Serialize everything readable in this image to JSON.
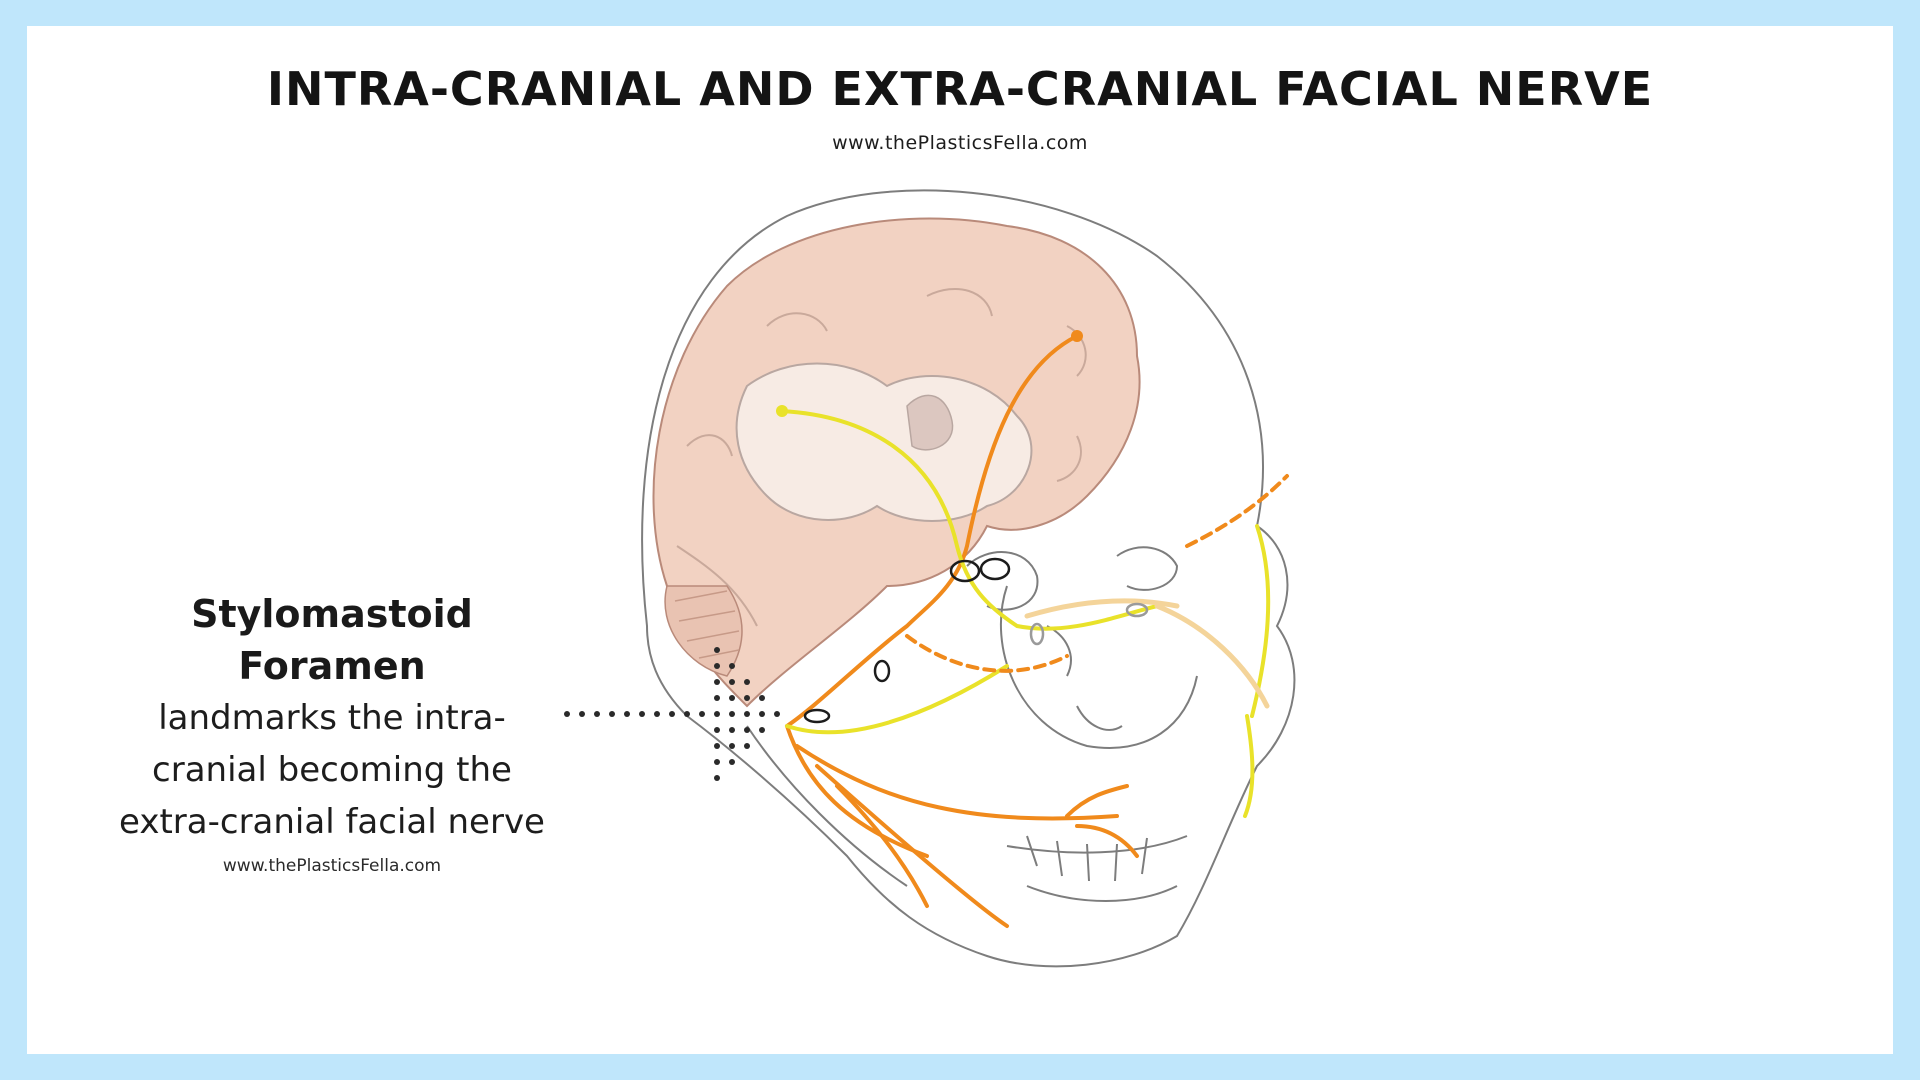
{
  "title": "INTRA-CRANIAL AND EXTRA-CRANIAL FACIAL NERVE",
  "website_top": "www.thePlasticsFella.com",
  "callout": {
    "heading": "Stylomastoid Foramen",
    "body_lines": [
      "landmarks the intra-",
      "cranial becoming the",
      "extra-cranial facial nerve"
    ],
    "website": "www.thePlasticsFella.com"
  },
  "colors": {
    "background": "#bfe6fb",
    "brain": "#f2d2c2",
    "nerve_motor": "#f08a1c",
    "nerve_sensory": "#e9e22a",
    "skull_outline": "#7d7d7d"
  }
}
